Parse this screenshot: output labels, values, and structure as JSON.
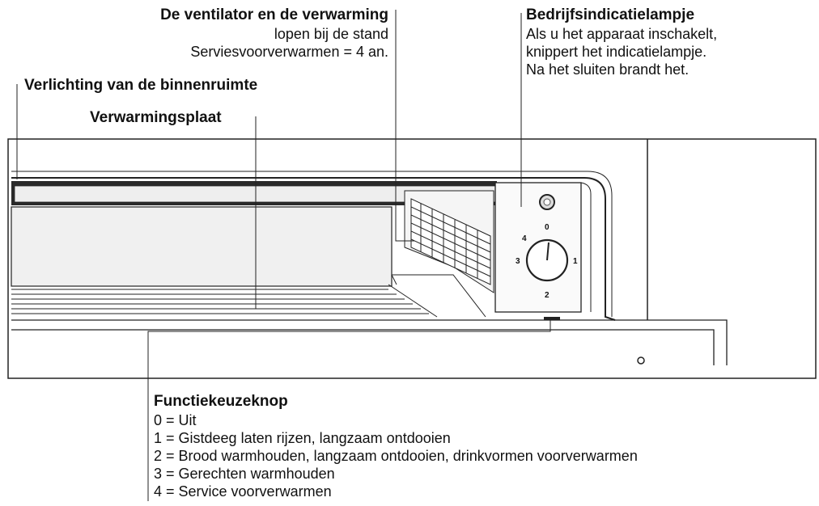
{
  "labels": {
    "fan": {
      "title": "De ventilator en de verwarming",
      "lines": [
        "lopen bij de stand",
        "Serviesvoorverwarmen = 4 an."
      ]
    },
    "lamp": {
      "title": "Bedrijfsindicatielampje",
      "lines": [
        "Als u het apparaat inschakelt,",
        "knippert het indicatielampje.",
        "Na het sluiten brandt het."
      ]
    },
    "lighting": {
      "title": "Verlichting van de binnenruimte"
    },
    "plate": {
      "title": "Verwarmingsplaat"
    },
    "knob": {
      "title": "Functiekeuzeknop",
      "lines": [
        "0 = Uit",
        "1 = Gistdeeg laten rijzen, langzaam ontdooien",
        "2 = Brood warmhouden, langzaam ontdooien, drinkvormen voorverwarmen",
        "3 = Gerechten warmhouden",
        "4 = Service voorverwarmen"
      ]
    }
  },
  "dial": {
    "positions": [
      "0",
      "1",
      "2",
      "3",
      "4"
    ]
  }
}
